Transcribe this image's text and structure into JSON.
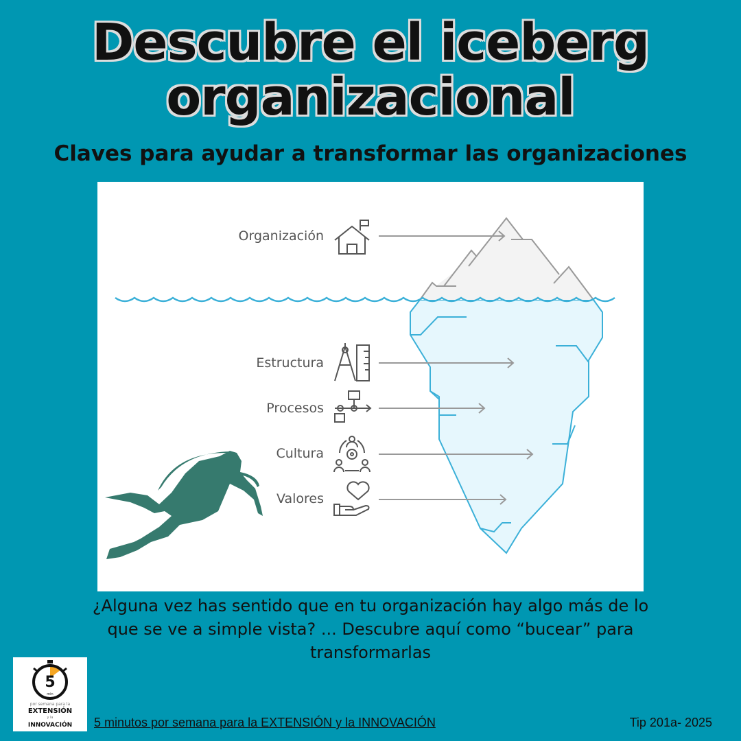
{
  "title": "Descubre el iceberg organizacional",
  "subtitle": "Claves para ayudar a transformar las organizaciones",
  "diagram": {
    "items": [
      {
        "label": "Organización",
        "icon": "house-flag-icon"
      },
      {
        "label": "Estructura",
        "icon": "compass-ruler-icon"
      },
      {
        "label": "Procesos",
        "icon": "flowchart-icon"
      },
      {
        "label": "Cultura",
        "icon": "people-gear-icon"
      },
      {
        "label": "Valores",
        "icon": "hand-heart-icon"
      }
    ],
    "colors": {
      "water": "#3bb0d8",
      "ice_above": "#f3f3f3",
      "ice_below": "#e6f7fd",
      "diver": "#367a6e"
    }
  },
  "question": "¿Alguna vez has sentido que en tu organización hay algo más de lo que se ve a simple vista? ... Descubre aquí como “bucear” para transformarlas",
  "logo": {
    "number": "5",
    "unit": "min",
    "line1": "por semana para la",
    "line2": "EXTENSIÓN",
    "line3": "y la",
    "line4": "INNOVACIÓN"
  },
  "footer": {
    "link": "5 minutos por semana para la EXTENSIÓN y la INNOVACIÓN",
    "tip": "Tip 201a- 2025"
  },
  "background_color": "#0097b2"
}
